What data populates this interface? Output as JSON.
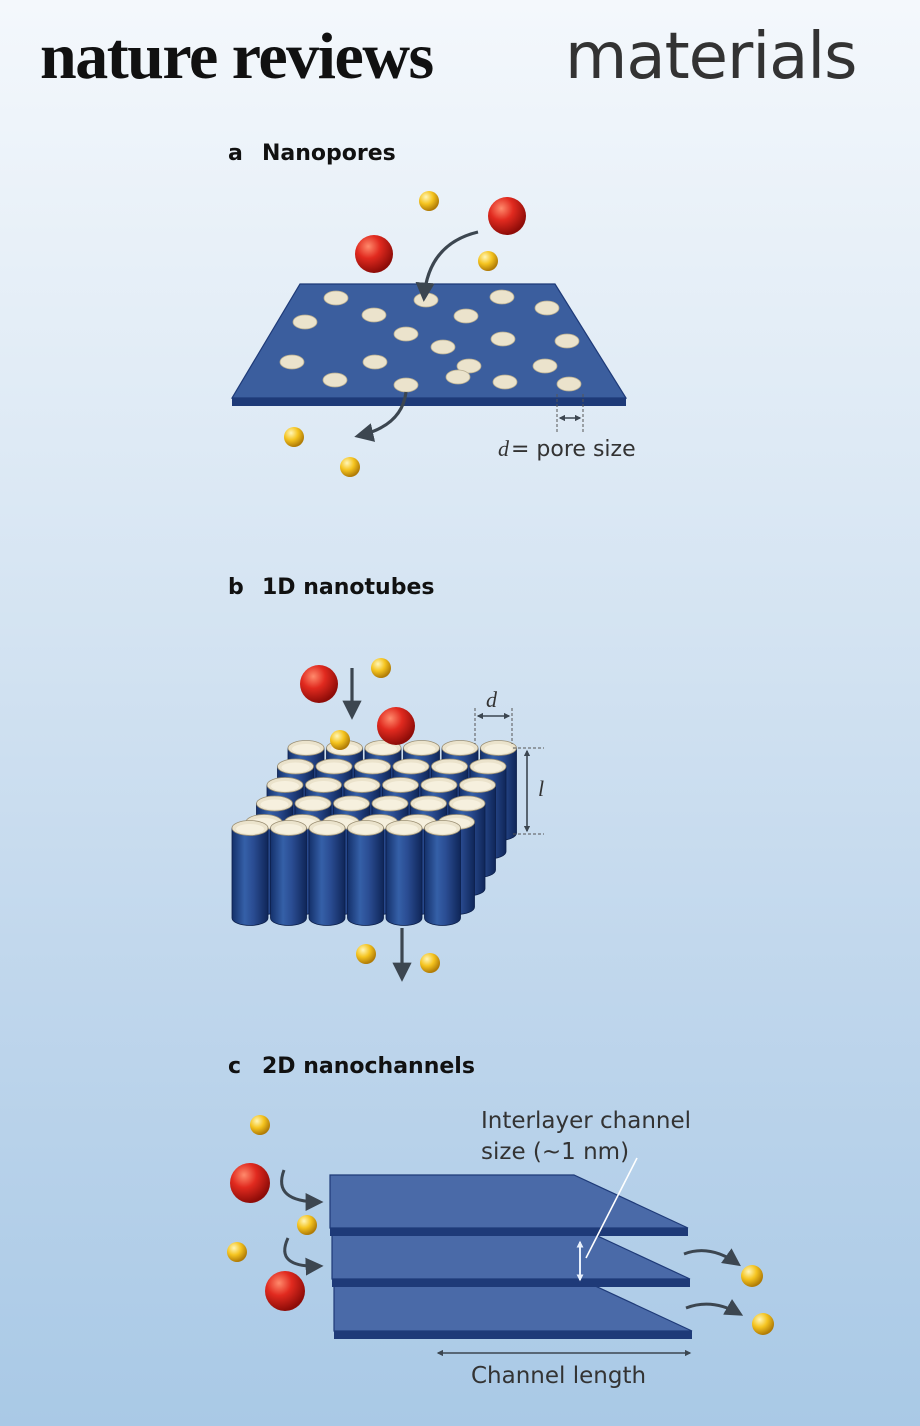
{
  "header": {
    "journal_bold": "nature reviews",
    "journal_light": "materials"
  },
  "panels": [
    {
      "letter": "a",
      "title": "Nanopores",
      "annotations": {
        "d": "d",
        "eq": "= pore size"
      }
    },
    {
      "letter": "b",
      "title": "1D nanotubes",
      "annotations": {
        "d": "d",
        "l": "l"
      }
    },
    {
      "letter": "c",
      "title": "2D nanochannels",
      "annotations": {
        "channel_size_line1": "Interlayer channel",
        "channel_size_line2": "size (~1 nm)",
        "channel_length": "Channel length"
      }
    }
  ],
  "colors": {
    "sheet": "#3b5e9e",
    "sheet_edge": "#1e3a78",
    "pore": "#ebe3cc",
    "tube": "#2a4c92",
    "large_ion": "#d8231f",
    "small_ion": "#f2c21e",
    "arrow": "#3c4650"
  }
}
